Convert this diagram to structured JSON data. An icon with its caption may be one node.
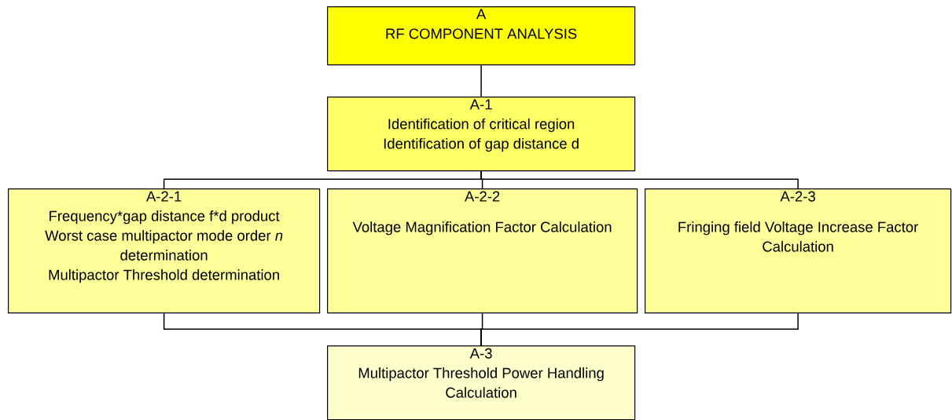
{
  "diagram": {
    "nodes": [
      {
        "text": [
          "A",
          "RF COMPONENT ANALYSIS"
        ]
      },
      {
        "text": [
          "A-1",
          "Identification of critical region",
          "Identification of gap distance d"
        ]
      },
      {
        "text": [
          "A-2-1",
          "Frequency*gap distance f*d product",
          "Worst case multipactor mode order *n* determination",
          "Multipactor Threshold determination"
        ]
      },
      {
        "text": [
          "A-2-2",
          "Voltage Magnification Factor Calculation"
        ]
      },
      {
        "text": [
          "A-2-3",
          "Fringing field Voltage Increase Factor Calculation"
        ]
      },
      {
        "text": [
          "A-3",
          "Multipactor Threshold Power Handling Calculation"
        ]
      }
    ],
    "edges": [
      {
        "from": 0,
        "to": 1,
        "arrow": "none"
      },
      {
        "from": 1,
        "to": 2,
        "arrow": "none"
      },
      {
        "from": 1,
        "to": 3,
        "arrow": "none"
      },
      {
        "from": 1,
        "to": 4,
        "arrow": "none"
      },
      {
        "from": 2,
        "to": 5,
        "arrow": "none"
      },
      {
        "from": 3,
        "to": 5,
        "arrow": "none"
      },
      {
        "from": 4,
        "to": 5,
        "arrow": "none"
      }
    ]
  }
}
